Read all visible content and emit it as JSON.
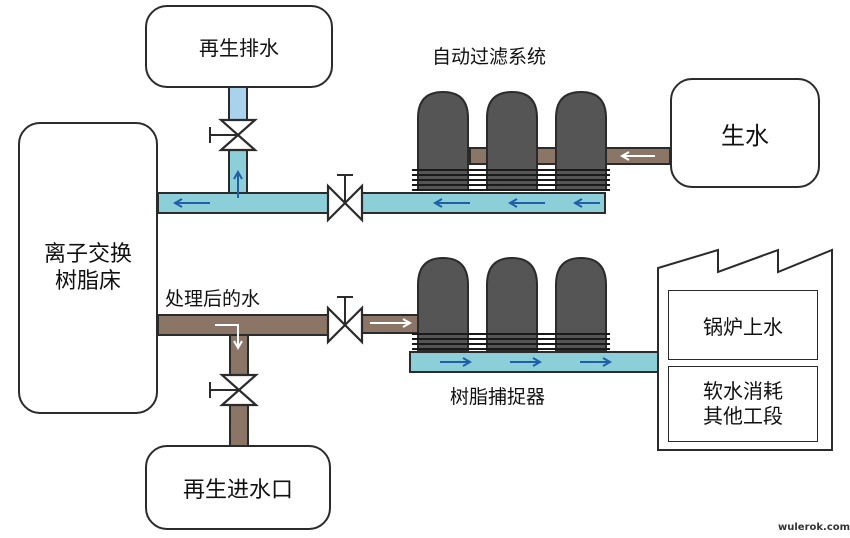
{
  "labels": {
    "regen_drain": "再生排水",
    "auto_filter": "自动过滤系统",
    "raw_water": "生水",
    "ion_exchange_line1": "离子交换",
    "ion_exchange_line2": "树脂床",
    "treated_water": "处理后的水",
    "resin_trap": "树脂捕捉器",
    "boiler_feed": "锅炉上水",
    "soft_water_line1": "软水消耗",
    "soft_water_line2": "其他工段",
    "regen_inlet": "再生进水口",
    "watermark": "wulerok.com"
  },
  "colors": {
    "blue_pipe": "#8ccfd8",
    "brown_pipe": "#8a7566",
    "tank": "#555555",
    "arrow_blue": "#1f5fa8"
  }
}
